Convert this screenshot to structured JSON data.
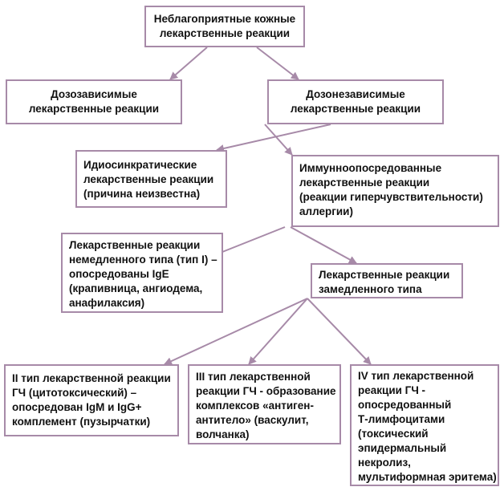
{
  "colors": {
    "border": "#a78aa8",
    "arrow": "#a78aa8",
    "text": "#111111",
    "background": "#ffffff"
  },
  "nodes": {
    "root": {
      "lines": [
        "Неблагоприятные кожные",
        "лекарственные реакции"
      ]
    },
    "dose_dependent": {
      "lines": [
        "Дозозависимые",
        "лекарственные реакции"
      ]
    },
    "dose_independent": {
      "lines": [
        "Дозонезависимые",
        "лекарственные реакции"
      ]
    },
    "idiosyncratic": {
      "lines": [
        "Идиосинкратические",
        "лекарственные реакции",
        "(причина неизвестна)"
      ]
    },
    "immune_mediated": {
      "lines": [
        "Иммунноопосредованные",
        "лекарственные реакции",
        "(реакции гиперчувствительности)",
        "аллергии)"
      ]
    },
    "immediate_type": {
      "lines": [
        "Лекарственные реакции",
        "немедленного типа (тип I) –",
        "опосредованы IgE",
        "(крапивница, ангиодема,",
        "анафилаксия)"
      ]
    },
    "delayed_type": {
      "lines": [
        "Лекарственные реакции",
        "замедленного типа"
      ]
    },
    "type_ii": {
      "lines": [
        "II тип лекарственной реакции",
        "ГЧ (цитотоксический) –",
        "опосредован IgM и IgG+",
        "комплемент (пузырчатки)"
      ]
    },
    "type_iii": {
      "lines": [
        "III тип лекарственной",
        "реакции ГЧ - образование",
        "комплексов «антиген-",
        "антитело» (васкулит,",
        "волчанка)"
      ]
    },
    "type_iv": {
      "lines": [
        "IV тип лекарственной",
        "реакции ГЧ -",
        "опосредованный",
        "Т-лимфоцитами",
        "(токсический",
        "эпидермальный",
        "некролиз,",
        "мультиформная эритема)"
      ]
    }
  }
}
